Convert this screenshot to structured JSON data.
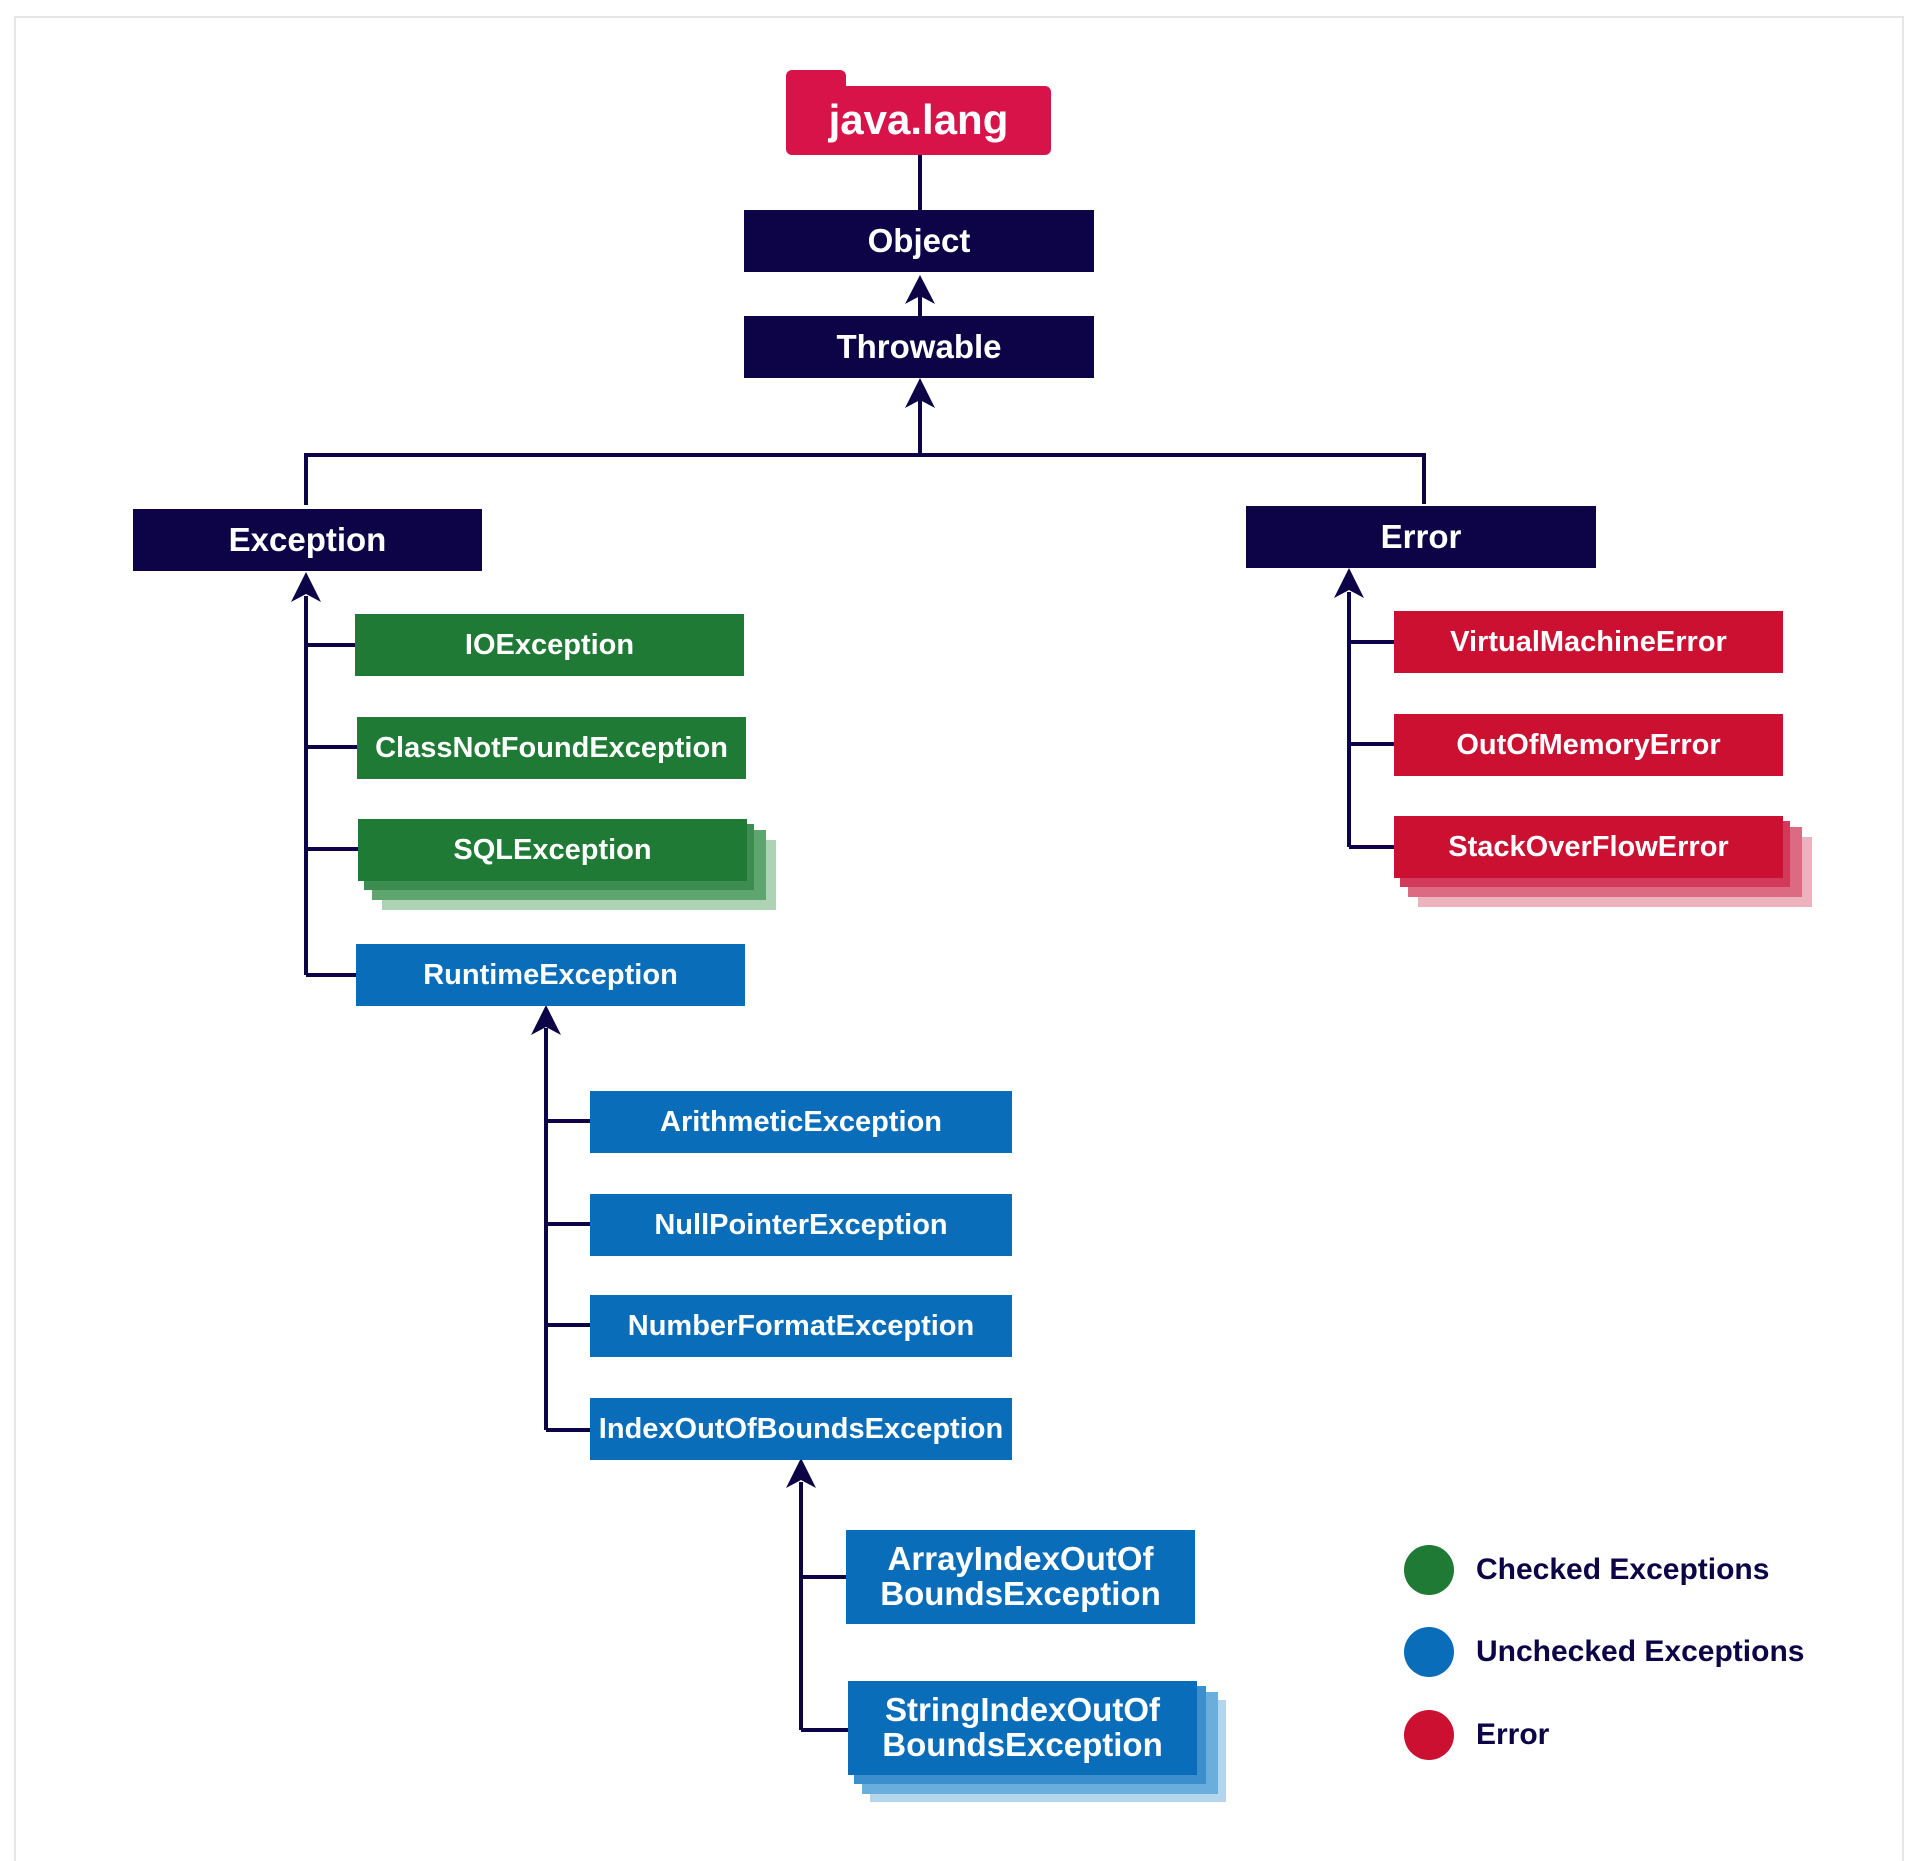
{
  "root": {
    "label": "java.lang"
  },
  "nodes": {
    "object": "Object",
    "throwable": "Throwable",
    "exception": "Exception",
    "error": "Error",
    "ioexception": "IOException",
    "classnotfound": "ClassNotFoundException",
    "sqlexception": "SQLException",
    "runtime": "RuntimeException",
    "arithmetic": "ArithmeticException",
    "nullpointer": "NullPointerException",
    "numberformat": "NumberFormatException",
    "indexoutofbounds": "IndexOutOfBoundsException",
    "arrayindex": "ArrayIndexOutOf\nBoundsException",
    "stringindex": "StringIndexOutOf\nBoundsException",
    "virtualmachine": "VirtualMachineError",
    "outofmemory": "OutOfMemoryError",
    "stackoverflow": "StackOverFlowError"
  },
  "legend": [
    {
      "label": "Checked Exceptions",
      "color": "#1e7a34"
    },
    {
      "label": "Unchecked Exceptions",
      "color": "#0a6dba"
    },
    {
      "label": "Error",
      "color": "#cb1031"
    }
  ],
  "colors": {
    "navy": "#0c0447",
    "checked": "#1e7a34",
    "unchecked": "#0a6dba",
    "error": "#cb1031",
    "root": "#d8134a"
  }
}
